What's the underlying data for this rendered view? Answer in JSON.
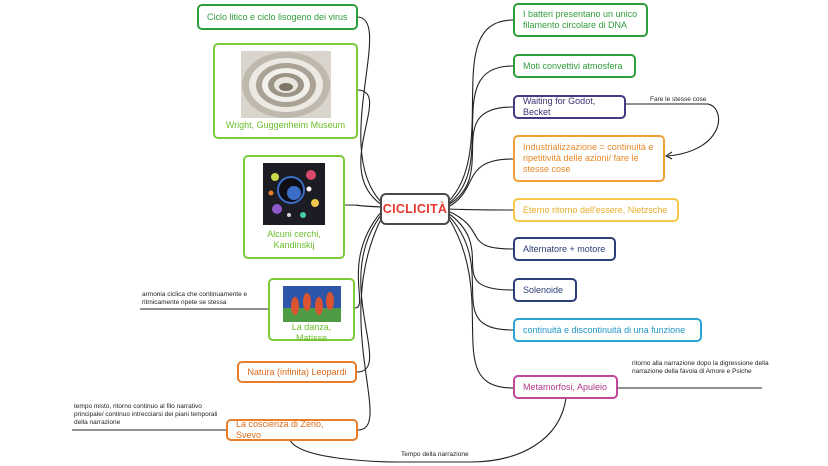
{
  "center": {
    "label": "CICLICITÀ"
  },
  "left_nodes": {
    "virus": "Ciclo litico e ciclo lisogeno dei virus",
    "guggenheim": "Wright, Guggenheim Museum",
    "kandinskij": "Alcuni cerchi, Kandinskij",
    "matisse": "La danza, Matisse",
    "leopardi": "Natura (infinita) Leopardi",
    "svevo": "La coscienza di Zeno, Svevo"
  },
  "right_nodes": {
    "batteri": "I batteri presentano un unico filamento circolare di DNA",
    "moti": "Moti convettivi atmosfera",
    "godot": "Waiting for Godot, Becket",
    "industrializzazione": "Industrializzazione = continuità e ripetitività delle azioni/ fare le stesse cose",
    "nietzsche": "Eterno ritorno dell'essere, Nietzsche",
    "alternatore": "Alternatore + motore",
    "solenoide": "Solenoide",
    "funzione": "continuità e discontinuità di una funzione",
    "apuleio": "Metamorfosi, Apuleio"
  },
  "notes": {
    "stesse_cose": "Fare le stesse cose",
    "matisse_note": "armonia ciclica che continuamente e ritmicamente ripete se stessa",
    "svevo_note": "tempo misto, ritorno continuo al filo narrativo principale/ continuo intrecciarsi dei piani temporali della narrazione",
    "apuleio_note": "ritorno alla narrazione dopo la digressione della narrazione della favola di Amore e Psiche",
    "tempo": "Tempo della narrazione"
  },
  "colors": {
    "center_text": "#e8352d",
    "green": "#2f9e3a",
    "light_green": "#7ccc3a",
    "purple": "#433a82",
    "orange": "#f0a23a",
    "yellow": "#f5c847",
    "navy": "#2c3e78",
    "cyan": "#2ba4d4",
    "magenta": "#c2469a"
  }
}
